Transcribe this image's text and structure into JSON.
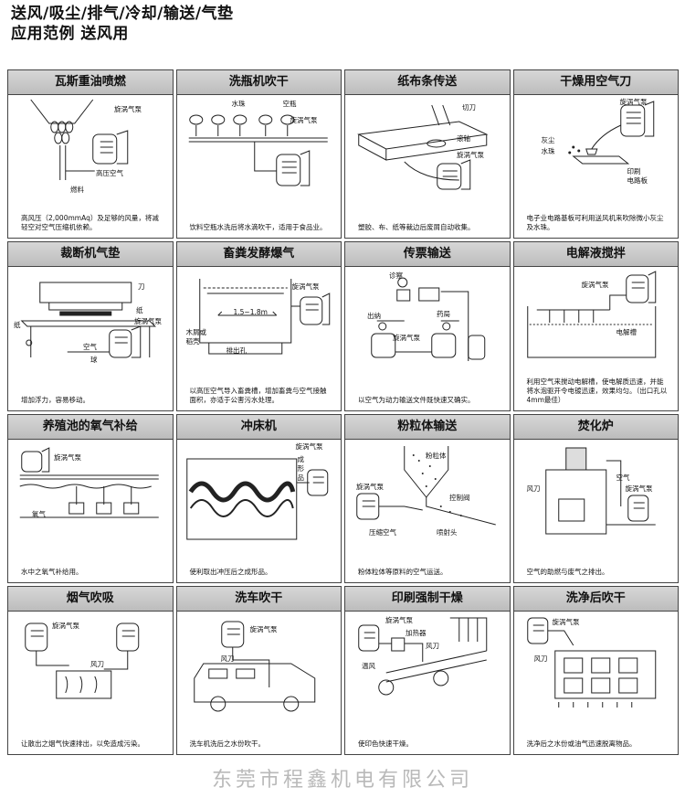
{
  "header": {
    "line1": "送风/吸尘/排气/冷却/输送/气垫",
    "line2": "应用范例 送风用"
  },
  "cells": [
    {
      "title": "瓦斯重油喷燃",
      "labels": [
        "旋涡气泵",
        "高压空气",
        "燃料"
      ],
      "caption": "高风压（2,000mmAq）及足够的风量，将减轻空对空气压缩机依赖。"
    },
    {
      "title": "洗瓶机吹干",
      "labels": [
        "水珠",
        "空瓶",
        "旋涡气泵"
      ],
      "caption": "饮料空瓶水洗后将水滴吹干，适用于食品业。"
    },
    {
      "title": "纸布条传送",
      "labels": [
        "切刀",
        "滚轴",
        "旋涡气泵"
      ],
      "caption": "塑胶、布、纸等裁边后废屑自动收集。"
    },
    {
      "title": "干燥用空气刀",
      "labels": [
        "旋涡气泵",
        "灰尘",
        "水珠",
        "印刷",
        "电路板"
      ],
      "caption": "电子业电路基板可利用送风机来吹除微小灰尘及水珠。"
    },
    {
      "title": "裁断机气垫",
      "labels": [
        "刀",
        "纸",
        "旋涡气泵",
        "纸",
        "空气",
        "球"
      ],
      "caption": "增加浮力，容易移动。"
    },
    {
      "title": "畜粪发酵爆气",
      "labels": [
        "旋涡气泵",
        "1.5~1.8m",
        "木屑或",
        "稻壳",
        "排出孔"
      ],
      "caption": "以高压空气导入畜粪槽，增加畜粪与空气接触面积，亦适于公害污水处理。"
    },
    {
      "title": "传票输送",
      "labels": [
        "诊察",
        "出纳",
        "药局",
        "旋涡气泵"
      ],
      "caption": "以空气为动力输送文件既快速又确实。"
    },
    {
      "title": "电解液搅拌",
      "labels": [
        "旋涡气泵",
        "电解槽"
      ],
      "caption": "利用空气来搅动电解槽，使电解质迅速，并能将水泡驱开令电镀迅速，效果均匀。（出口孔以4mm最佳）"
    },
    {
      "title": "养殖池的氧气补给",
      "labels": [
        "旋涡气泵",
        "氧气"
      ],
      "caption": "水中之氧气补给用。"
    },
    {
      "title": "冲床机",
      "labels": [
        "旋涡气泵",
        "成",
        "形",
        "品"
      ],
      "caption": "使利取出冲压后之成形品。"
    },
    {
      "title": "粉粒体输送",
      "labels": [
        "粉粒体",
        "旋涡气泵",
        "控制阀",
        "压缩空气",
        "喷射头"
      ],
      "caption": "粉体粒体等原料的空气运送。"
    },
    {
      "title": "焚化炉",
      "labels": [
        "空气",
        "风刀",
        "旋涡气泵"
      ],
      "caption": "空气的助燃与废气之排出。"
    },
    {
      "title": "烟气吹吸",
      "labels": [
        "旋涡气泵",
        "风刀"
      ],
      "caption": "让散出之烟气快速排出，以免造成污染。"
    },
    {
      "title": "洗车吹干",
      "labels": [
        "旋涡气泵",
        "风刀"
      ],
      "caption": "洗车机洗后之水份吹干。"
    },
    {
      "title": "印刷强制干燥",
      "labels": [
        "旋涡气泵",
        "加热器",
        "风刀",
        "温风"
      ],
      "caption": "使印色快速干燥。"
    },
    {
      "title": "洗净后吹干",
      "labels": [
        "旋涡气泵",
        "风刀"
      ],
      "caption": "洗净后之水份或油气迅速脱离物品。"
    }
  ],
  "footer": "东莞市程鑫机电有限公司"
}
